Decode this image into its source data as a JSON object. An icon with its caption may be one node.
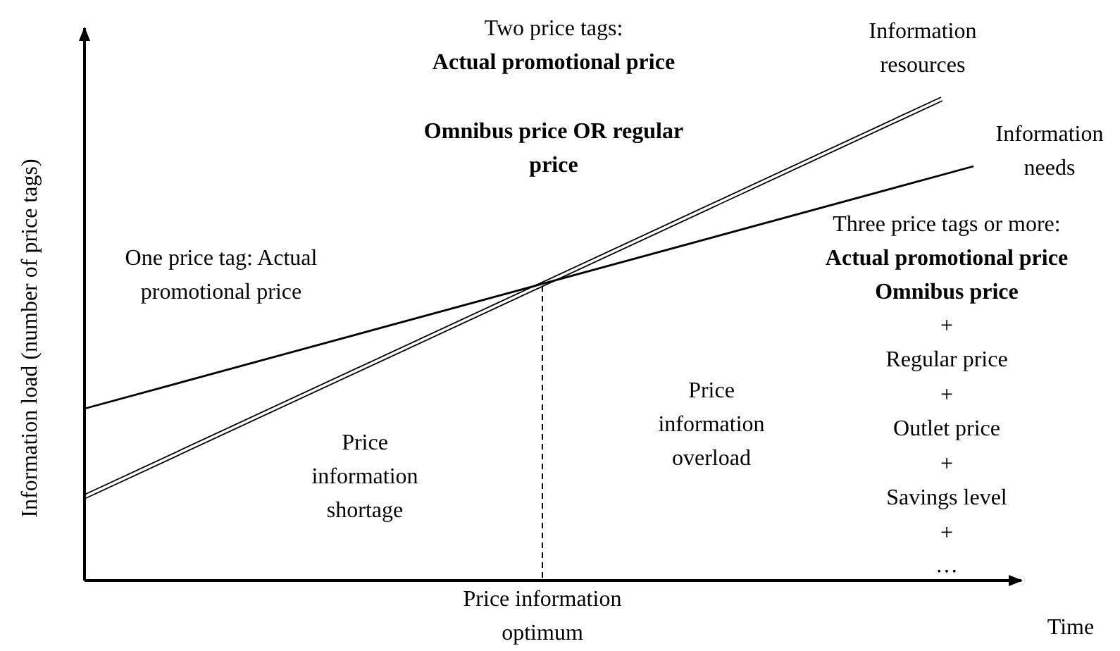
{
  "diagram": {
    "labels": [
      "Information load (number of price tags)",
      "Two price tags:",
      "Actual promotional price",
      "Omnibus price OR regular price",
      "Information resources",
      "Information needs",
      "One price tag: Actual promotional price",
      "Three price tags or more:",
      "Actual promotional price",
      "Omnibus price",
      "+",
      "Regular price",
      "+",
      "Outlet price",
      "+",
      "Savings level",
      "+",
      "…",
      "Price information shortage",
      "Price information overload",
      "Price information optimum",
      "Time"
    ]
  }
}
